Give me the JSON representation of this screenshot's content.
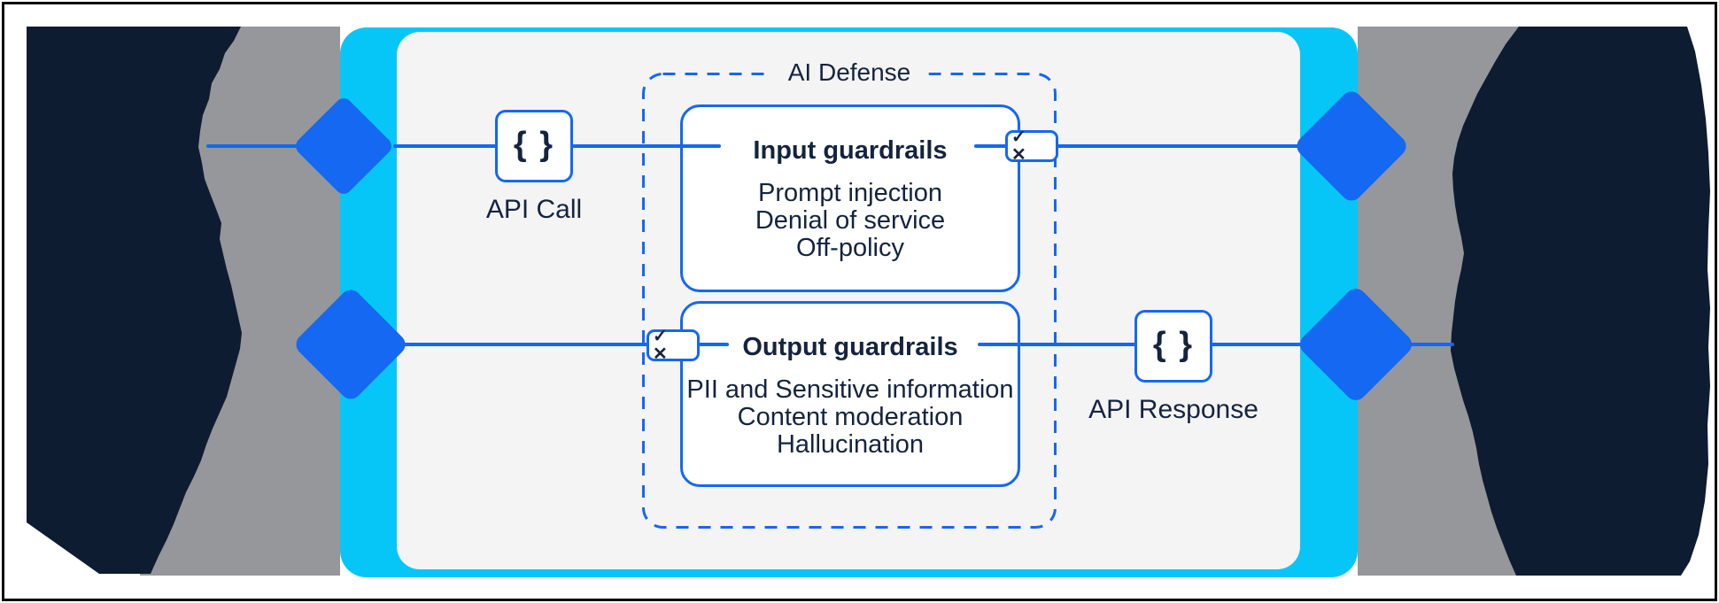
{
  "diagram": {
    "defense_zone_label": "AI Defense",
    "input_guardrails": {
      "title": "Input guardrails",
      "items": [
        "Prompt injection",
        "Denial of service",
        "Off-policy"
      ]
    },
    "output_guardrails": {
      "title": "Output guardrails",
      "items": [
        "PII and Sensitive information",
        "Content moderation",
        "Hallucination"
      ]
    },
    "api_call_label": "API Call",
    "api_response_label": "API Response",
    "braces_glyph": "{ }",
    "badge_glyph": "✓ ✕"
  },
  "colors": {
    "navy": "#0d1c30",
    "gray": "#95979a",
    "cyan": "#06c6f8",
    "blue": "#1468f2",
    "panel": "#f4f4f5",
    "text": "#15243e",
    "white": "#ffffff",
    "frame": "#0a0a0a"
  }
}
